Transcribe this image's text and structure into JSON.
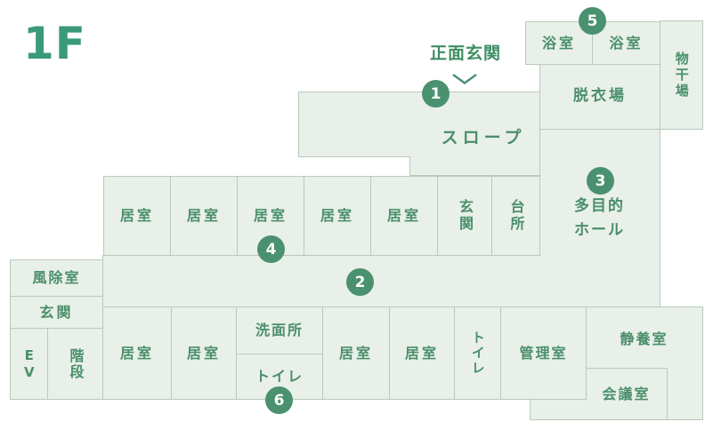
{
  "floor": {
    "label": "1F"
  },
  "entrance": {
    "label": "正面玄関"
  },
  "markers": [
    "1",
    "2",
    "3",
    "4",
    "5",
    "6"
  ],
  "rooms": {
    "bath1": "浴室",
    "bath2": "浴室",
    "drying_area": "物干場",
    "changing_room": "脱衣場",
    "slope": "スロープ",
    "multipurpose_hall": "多目的\nホール",
    "living_mid1": "居室",
    "living_mid2": "居室",
    "living_mid3": "居室",
    "living_mid4": "居室",
    "living_mid5": "居室",
    "entrance_mid": "玄関",
    "kitchen": "台所",
    "windbreak_room": "風除室",
    "entrance_hall": "玄関",
    "elevator": "EV",
    "stairs": "階段",
    "living_btm1": "居室",
    "living_btm2": "居室",
    "washroom": "洗面所",
    "toilet_south": "トイレ",
    "living_btm3": "居室",
    "living_btm4": "居室",
    "toilet_east": "トイレ",
    "office": "管理室",
    "rest_room": "静養室",
    "meeting_room": "会議室"
  },
  "colors": {
    "accent": "#3b9a77",
    "heading-green": "#3f8e63",
    "text-green": "#4a8f6b",
    "marker-green": "#4a9170",
    "room-fill": "#e9efe9",
    "room-border": "#b9cabb"
  }
}
